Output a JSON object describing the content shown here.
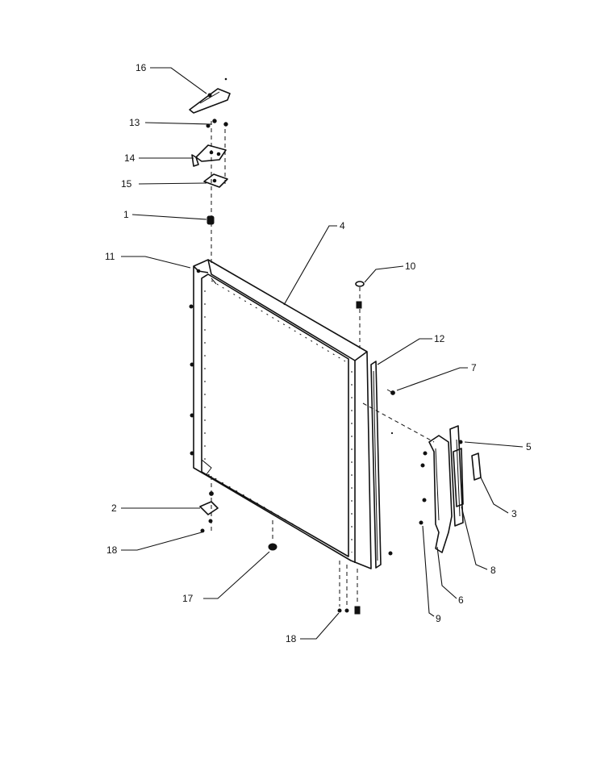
{
  "callouts": {
    "c1": "1",
    "c2": "2",
    "c3": "3",
    "c4": "4",
    "c5": "5",
    "c6": "6",
    "c7": "7",
    "c8": "8",
    "c9": "9",
    "c10": "10",
    "c11": "11",
    "c12": "12",
    "c13": "13",
    "c14": "14",
    "c15": "15",
    "c16": "16",
    "c17": "17",
    "c18_left": "18",
    "c18_bottom": "18"
  }
}
